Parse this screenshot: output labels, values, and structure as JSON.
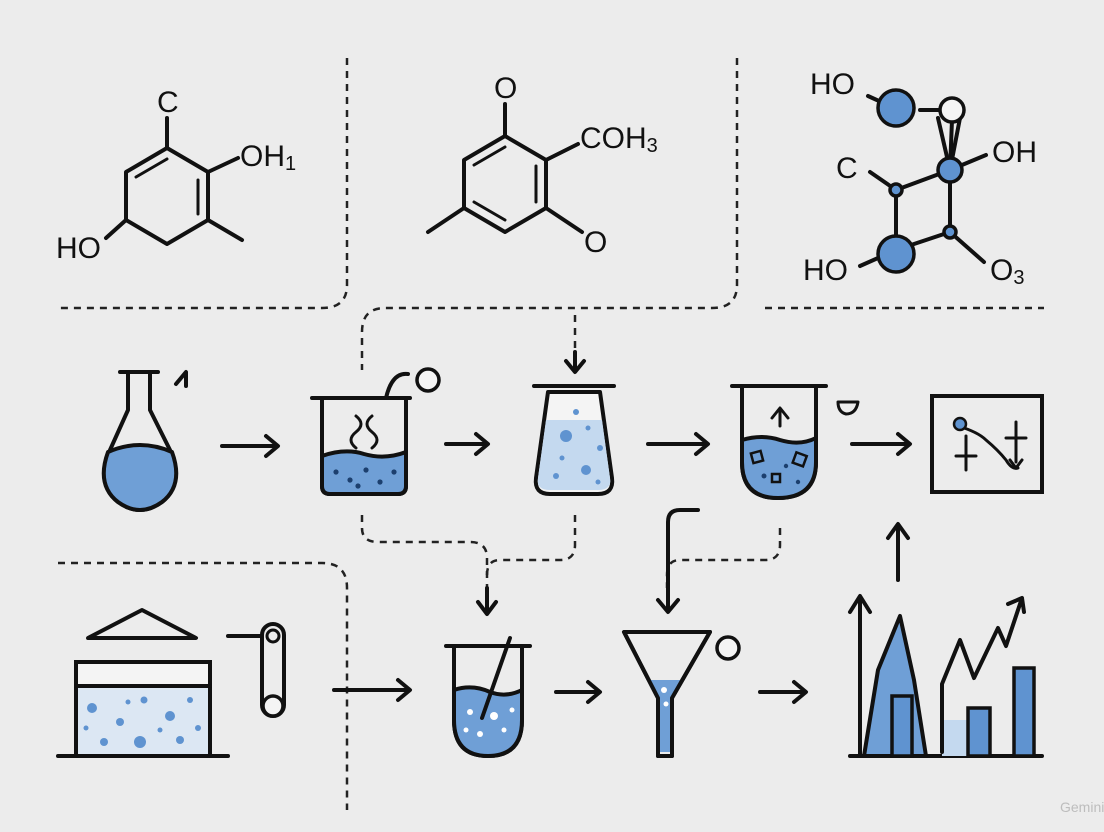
{
  "molecules": [
    {
      "labels": [
        {
          "main": "C",
          "sub": ""
        },
        {
          "main": "OH",
          "sub": "1"
        },
        {
          "main": "HO",
          "sub": ""
        }
      ]
    },
    {
      "labels": [
        {
          "main": "O",
          "sub": ""
        },
        {
          "main": "COH",
          "sub": "3"
        },
        {
          "main": "O",
          "sub": ""
        }
      ]
    },
    {
      "labels": [
        {
          "main": "HO",
          "sub": ""
        },
        {
          "main": "OH",
          "sub": ""
        },
        {
          "main": "C",
          "sub": ""
        },
        {
          "main": "HO",
          "sub": ""
        },
        {
          "main": "O",
          "sub": "3"
        }
      ]
    }
  ],
  "colors": {
    "liquid": "#6f9fd6",
    "line": "#111111",
    "background": "#ececec"
  },
  "icons": [
    "round-bottom-flask-icon",
    "reaction-beaker-icon",
    "erlenmeyer-flask-icon",
    "crystallization-beaker-icon",
    "analysis-monitor-icon",
    "tank-icon",
    "stirred-beaker-icon",
    "filter-funnel-icon",
    "bar-chart-icon"
  ],
  "watermark": "Gemini"
}
